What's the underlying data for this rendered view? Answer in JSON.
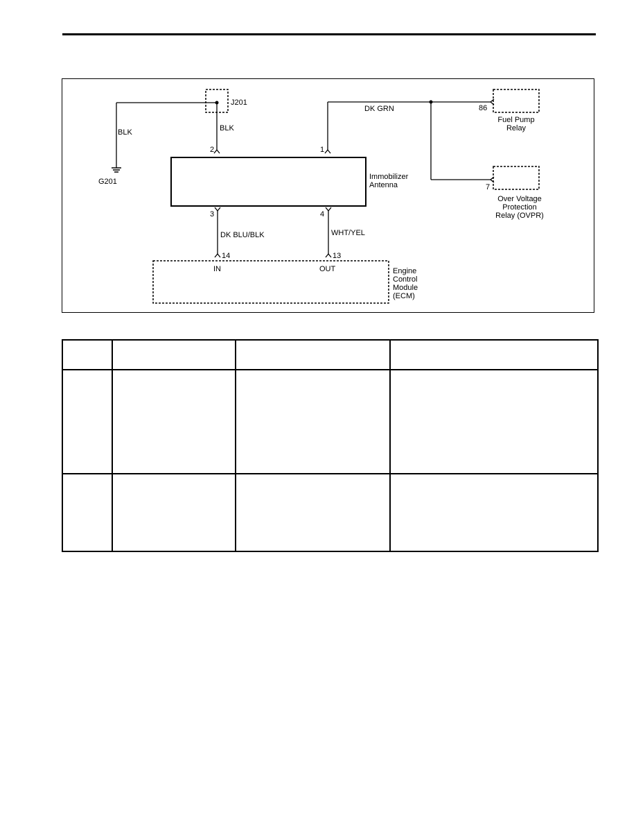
{
  "diagram": {
    "components": {
      "junction": "J201",
      "ground": "G201",
      "antenna_line1": "Immobilizer",
      "antenna_line2": "Antenna",
      "fuel_pump_line1": "Fuel Pump",
      "fuel_pump_line2": "Relay",
      "ovpr_line1": "Over Voltage",
      "ovpr_line2": "Protection",
      "ovpr_line3": "Relay (OVPR)",
      "ecm_line1": "Engine",
      "ecm_line2": "Control",
      "ecm_line3": "Module",
      "ecm_line4": "(ECM)"
    },
    "wires": {
      "ground_wire": "BLK",
      "junction_wire": "BLK",
      "power_wire": "DK GRN",
      "in_wire": "DK BLU/BLK",
      "out_wire": "WHT/YEL"
    },
    "pins": {
      "antenna_2": "2",
      "antenna_1": "1",
      "antenna_3": "3",
      "antenna_4": "4",
      "fuel_pump_86": "86",
      "ovpr_7": "7",
      "ecm_14": "14",
      "ecm_13": "13"
    },
    "ecm_terminals": {
      "in": "IN",
      "out": "OUT"
    }
  },
  "table": {
    "header": [
      "",
      "",
      "",
      ""
    ],
    "rows": [
      [
        "",
        "",
        "",
        ""
      ],
      [
        "",
        "",
        "",
        ""
      ]
    ]
  }
}
